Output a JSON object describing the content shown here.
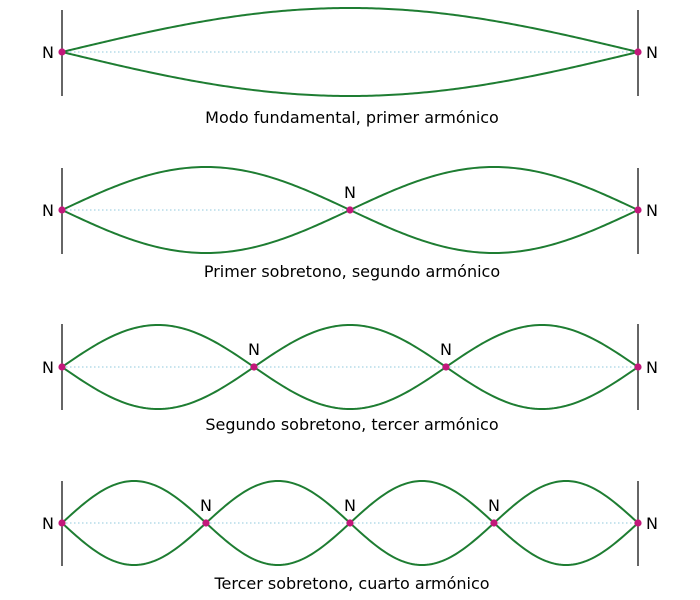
{
  "node_label": "N",
  "colors": {
    "wave": "#1e7d32",
    "node": "#c2187a",
    "axis": "#8fc8dc",
    "support": "#000000"
  },
  "panels": [
    {
      "caption": "Modo fundamental, primer armónico",
      "harmonic": 1
    },
    {
      "caption": "Primer sobretono, segundo armónico",
      "harmonic": 2
    },
    {
      "caption": "Segundo sobretono, tercer armónico",
      "harmonic": 3
    },
    {
      "caption": "Tercer sobretono, cuarto armónico",
      "harmonic": 4
    }
  ]
}
